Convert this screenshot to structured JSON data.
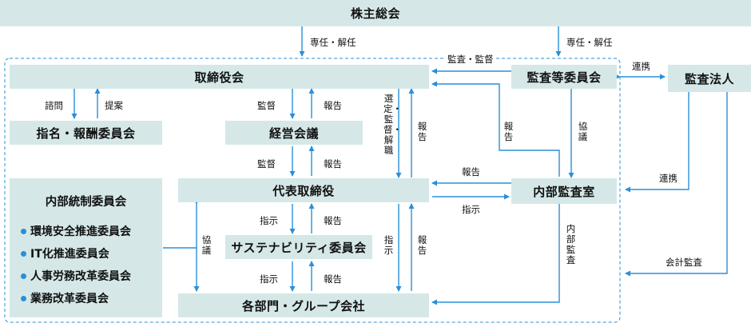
{
  "nodes": {
    "shareholders": "株主総会",
    "board": "取締役会",
    "audit_committee": "監査等委員会",
    "audit_firm": "監査法人",
    "nomination_committee": "指名・報酬委員会",
    "management_meeting": "経営会議",
    "internal_audit": "内部監査室",
    "representative_director": "代表取締役",
    "sustainability_committee": "サステナビリティ委員会",
    "departments": "各部門・グループ会社",
    "internal_control_committee": "内部統制委員会"
  },
  "sub_committees": [
    "環境安全推進委員会",
    "IT化推進委員会",
    "人事労務改革委員会",
    "業務改革委員会"
  ],
  "edge_labels": {
    "appoint_dismiss_board": "専任・解任",
    "appoint_dismiss_audit": "専任・解任",
    "audit_supervise": "監査・監督",
    "cooperation_top": "連携",
    "cooperation_mid": "連携",
    "consult": "諮問",
    "propose": "提案",
    "supervise_mgmt": "監督",
    "report_mgmt": "報告",
    "select_supervise_dismiss": "選定・監督・解職",
    "report_rep_to_board": "報告",
    "report_internal_to_audit": "報告",
    "collaborate_audit": "協議",
    "supervise_rep": "監督",
    "report_rep": "報告",
    "report_rep_to_internal": "報告",
    "instruct_rep_to_internal": "指示",
    "collaborate_control": "協議",
    "instruct_sus": "指示",
    "report_sus": "報告",
    "instruct_dept": "指示",
    "report_dept_to_rep": "報告",
    "instruct_rep_to_dept": "指示",
    "report_dept": "報告",
    "internal_audit_dept": "内部監査",
    "accounting_audit": "会計監査"
  },
  "colors": {
    "box_fill": "#d5e8e7",
    "arrow": "#2a8fd8",
    "dashed_border": "#2a8fd8"
  }
}
